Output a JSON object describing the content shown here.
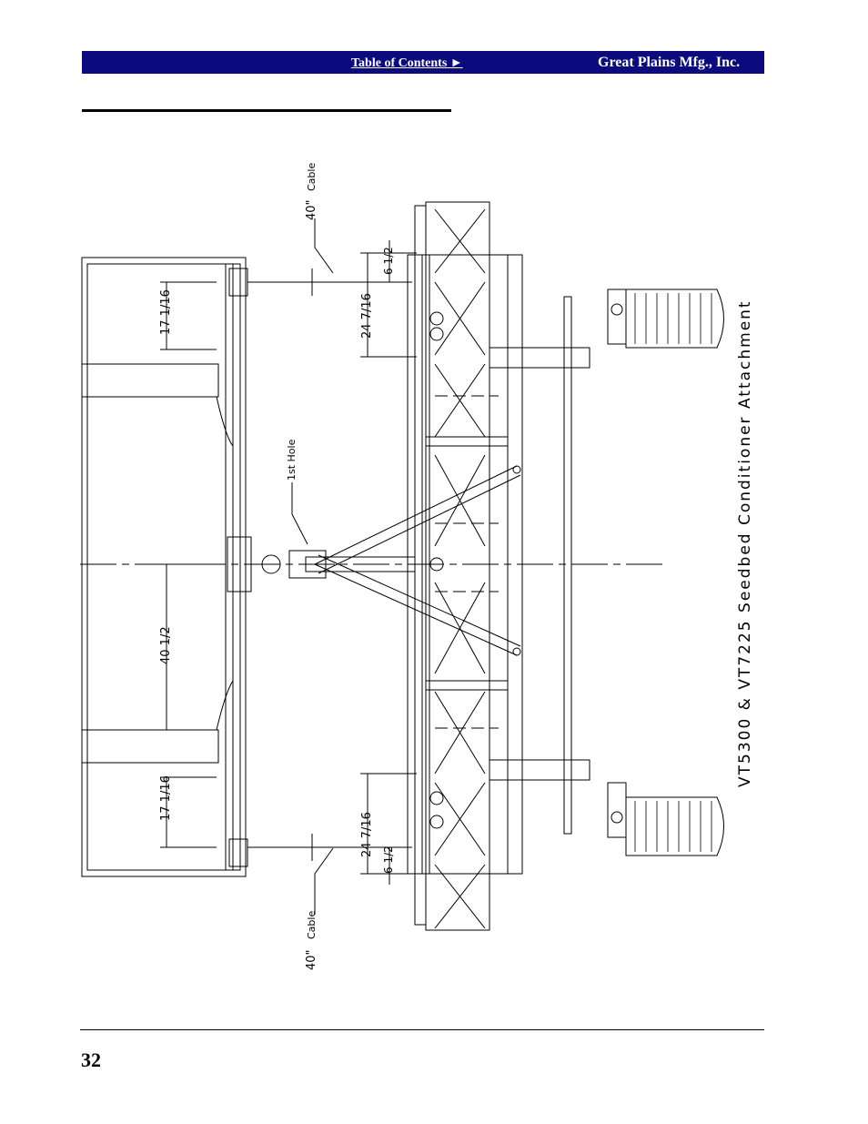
{
  "header": {
    "toc_label": "Table of Contents ►",
    "company": "Great Plains Mfg., Inc.",
    "bar_color": "#0b0b7e"
  },
  "drawing": {
    "title": "VT5300  &  VT7225  Seedbed  Conditioner  Attachment",
    "cable_top_value": "40\"",
    "cable_top_word": "Cable",
    "cable_bottom_value": "40\"",
    "cable_bottom_word": "Cable",
    "first_hole": "1st  Hole",
    "dim_17_top": "17 1/16",
    "dim_40": "40 1/2",
    "dim_17_bottom": "17 1/16",
    "dim_24_top": "24 7/16",
    "dim_6_top": "6 1/2",
    "dim_24_bottom": "24 7/16",
    "dim_6_bottom": "6 1/2"
  },
  "page_number": "32"
}
